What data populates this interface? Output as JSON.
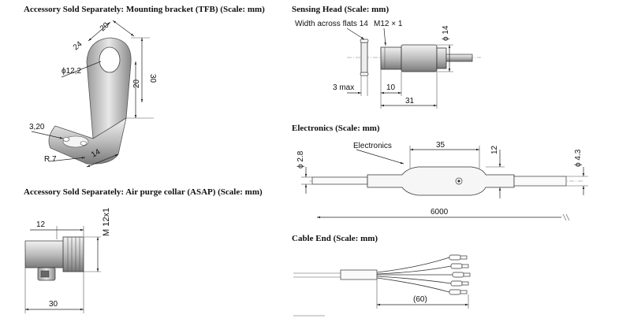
{
  "titles": {
    "bracket": "Accessory Sold Separately: Mounting bracket (TFB) (Scale: mm)",
    "sensing_head": "Sensing Head (Scale: mm)",
    "purge": "Accessory Sold Separately: Air purge collar (ASAP) (Scale: mm)",
    "electronics": "Electronics (Scale: mm)",
    "cable_end": "Cable End (Scale: mm)"
  },
  "bracket": {
    "d20": "20",
    "d24": "24",
    "d30": "30",
    "d20b": "20",
    "dia": "ϕ12,2",
    "hole": "3,20",
    "r7": "R 7",
    "d14": "14"
  },
  "sensing_head": {
    "flats": "Width across flats 14",
    "thread": "M12 × 1",
    "dia14": "ϕ 14",
    "max3": "3 max",
    "d10": "10",
    "d31": "31"
  },
  "purge": {
    "d12": "12",
    "thread": "M 12x1",
    "d30": "30"
  },
  "electronics": {
    "label": "Electronics",
    "d35": "35",
    "d12": "12",
    "dia28": "ϕ 2.8",
    "dia43": "ϕ 4.3",
    "d6000": "6000"
  },
  "cable_end": {
    "d60": "(60)"
  }
}
